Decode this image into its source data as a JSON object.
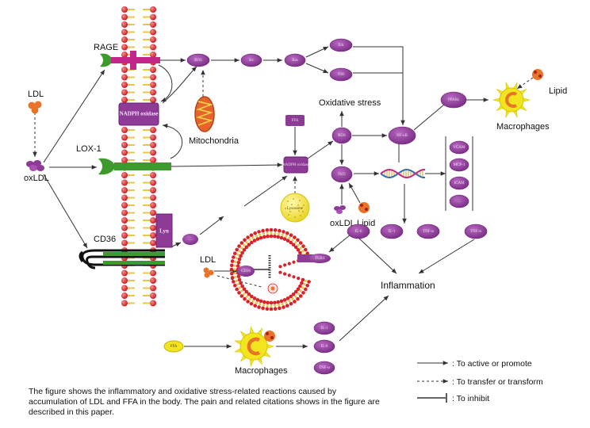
{
  "colors": {
    "node": "#8e3b98",
    "node_dark": "#6b2275",
    "membrane_bead": "#d8222b",
    "membrane_stick": "#e6c84a",
    "receptor_green": "#3d9a2d",
    "receptor_magenta": "#c4278a",
    "ldl_orange": "#e8742a",
    "macrophage_yellow": "#f2e51d",
    "lysosome_yellow": "#f4ea3a",
    "mitochondria": "#e4642b"
  },
  "labels": {
    "rage": "RAGE",
    "ldl_left": "LDL",
    "oxldl_left": "oxLDL",
    "lox1": "LOX-1",
    "cd36": "CD36",
    "mitochondria": "Mitochondria",
    "oxidative_stress": "Oxidative stress",
    "macrophages_right": "Macrophages",
    "lipid_right": "Lipid",
    "oxldl_mid": "oxLDL",
    "lipid_mid": "Lipid",
    "ldl_mid": "LDL",
    "inflammation": "Inflammation",
    "macrophages_bottom": "Macrophages"
  },
  "nodes": {
    "nadph_top": "NADPH oxidase",
    "lyn": "Lyn",
    "ros": "ROS",
    "src": "Src",
    "ras": "Ras",
    "erk": "Erk",
    "p38": "P38",
    "ppar": "PPARs",
    "ffa_top": "FFA",
    "nadph_mid": "NADPH oxidase",
    "lysosome": "Lysosome",
    "nfkb": "NF-κB",
    "ros_mid": "ROS",
    "nrf2": "Nrf2",
    "il6": "IL-6",
    "il1": "IL-1",
    "tnfa": "TNF-α",
    "vcam": "VCAM",
    "mcp": "MCP-1",
    "icam": "ICAM",
    "ctr_a": "...",
    "ctr_b": "...",
    "ffa_bottom": "FFA",
    "m_il1": "IL-1",
    "m_il6": "IL-6",
    "m_tnf": "TNF-α",
    "tlr": "TLR4",
    "cd36_in": "CD36",
    "cd36_mem": "..."
  },
  "legend": {
    "promote": ": To active or promote",
    "transfer": ": To transfer or transform",
    "inhibit": ": To inhibit"
  },
  "caption": "The figure shows the inflammatory and oxidative stress-related reactions caused by accumulation of LDL and FFA in the body. The pain and related citations shows in the figure are described in this paper."
}
